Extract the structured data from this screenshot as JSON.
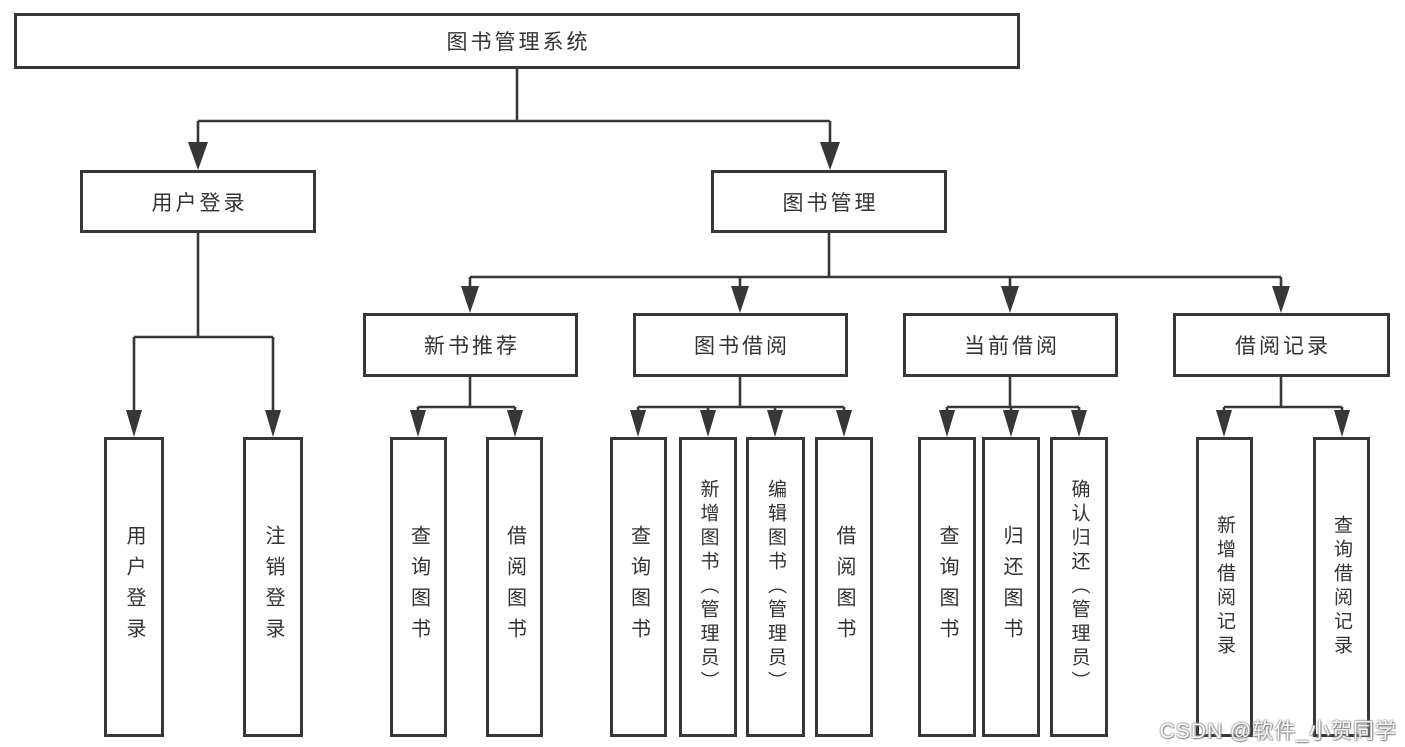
{
  "title": "图书管理系统",
  "tree": {
    "root": {
      "label": "图书管理系统"
    },
    "user_login": {
      "label": "用户登录",
      "children": [
        {
          "label": "用户登录"
        },
        {
          "label": "注销登录"
        }
      ]
    },
    "book_mgmt": {
      "label": "图书管理",
      "sections": [
        {
          "label": "新书推荐",
          "children": [
            {
              "label": "查询图书"
            },
            {
              "label": "借阅图书"
            }
          ]
        },
        {
          "label": "图书借阅",
          "children": [
            {
              "label": "查询图书"
            },
            {
              "label": "新增图书（管理员）"
            },
            {
              "label": "编辑图书（管理员）"
            },
            {
              "label": "借阅图书"
            }
          ]
        },
        {
          "label": "当前借阅",
          "children": [
            {
              "label": "查询图书"
            },
            {
              "label": "归还图书"
            },
            {
              "label": "确认归还（管理员）"
            }
          ]
        },
        {
          "label": "借阅记录",
          "children": [
            {
              "label": "新增借阅记录"
            },
            {
              "label": "查询借阅记录"
            }
          ]
        }
      ]
    }
  },
  "watermark": {
    "text": "CSDN @软件_小贺同学"
  },
  "colors": {
    "line": "#373737",
    "border": "#373737",
    "text": "#333333",
    "background": "#ffffff"
  }
}
